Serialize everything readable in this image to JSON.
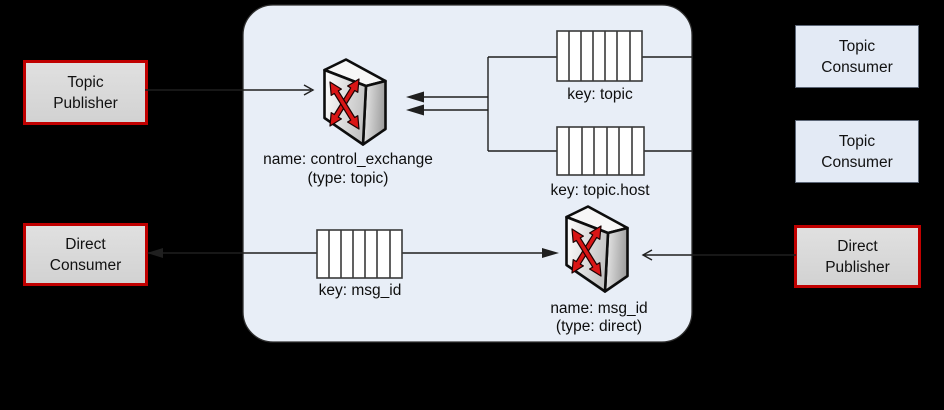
{
  "diagram": {
    "left_nodes": {
      "topic_publisher": {
        "line1": "Topic",
        "line2": "Publisher"
      },
      "direct_consumer": {
        "line1": "Direct",
        "line2": "Consumer"
      }
    },
    "right_nodes": {
      "topic_consumer_1": {
        "line1": "Topic",
        "line2": "Consumer"
      },
      "topic_consumer_2": {
        "line1": "Topic",
        "line2": "Consumer"
      },
      "direct_publisher": {
        "line1": "Direct",
        "line2": "Publisher"
      }
    },
    "broker": {
      "control_exchange": {
        "name": "name: control_exchange",
        "type": "(type: topic)"
      },
      "direct_exchange": {
        "name": "name: msg_id",
        "type": "(type: direct)"
      },
      "queue_topic": {
        "key": "key: topic"
      },
      "queue_topic_host": {
        "key": "key: topic.host"
      },
      "queue_msg_id": {
        "key": "key: msg_id"
      }
    },
    "icons": {
      "exchange": "crossed-red-arrows-switch-cube",
      "queue": "segmented-slots-rectangle"
    },
    "colors": {
      "background": "#000000",
      "panel_fill": "#e8eef7",
      "consumer_box_fill": "#e3eaf5",
      "consumer_box_border": "#5c6676",
      "publisher_box_fill": "#d9d9d9",
      "red_box_border": "#c00000",
      "exchange_arrow_red": "#d91515",
      "connector_line": "#1f1f1f",
      "queue_fill": "#ffffff"
    }
  }
}
